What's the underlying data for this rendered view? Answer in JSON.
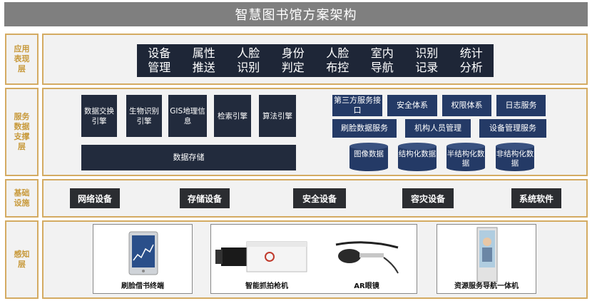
{
  "title": "智慧图书馆方案架构",
  "layers": {
    "app": "应用表现层",
    "service": "服务数据支撑层",
    "infra": "基础设施",
    "perception": "感知层"
  },
  "app_items": [
    "设备管理",
    "属性推送",
    "人脸识别",
    "身份判定",
    "人脸布控",
    "室内导航",
    "识别记录",
    "统计分析"
  ],
  "engines": [
    "数据交换引擎",
    "生物识别引擎",
    "GIS地理信息",
    "检索引擎",
    "算法引擎"
  ],
  "data_storage": "数据存储",
  "services": {
    "third_party": "第三方服务接口",
    "security": "安全体系",
    "permission": "权限体系",
    "log": "日志服务",
    "face_data": "刷脸数据服务",
    "org_mgmt": "机构人员管理",
    "device_mgmt": "设备管理服务"
  },
  "data_types": [
    "图像数据",
    "结构化数据",
    "半结构化数据",
    "非结构化数据"
  ],
  "infra_items": [
    "网络设备",
    "存储设备",
    "安全设备",
    "容灾设备",
    "系统软件"
  ],
  "devices": [
    "刷脸借书终端",
    "智能抓拍枪机",
    "AR眼镜",
    "资源服务导航一体机"
  ],
  "colors": {
    "title_bg": "#7f7f7f",
    "border": "#d4ab62",
    "label": "#c89a3c",
    "dark_box": "#1e2637",
    "blue_box": "#243a66"
  }
}
